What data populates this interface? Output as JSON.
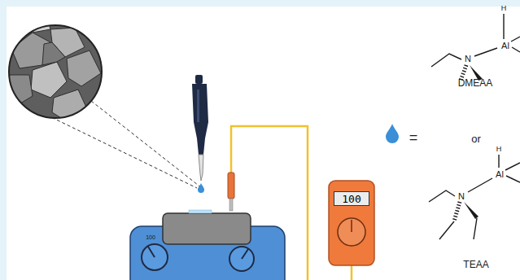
{
  "diagram": {
    "nodes": [
      {
        "text": [
          "100"
        ]
      }
    ],
    "labels": [
      "100",
      "=",
      "H",
      "N",
      "Al",
      "DMEAA",
      "or",
      "H",
      "N",
      "Al",
      "TEAA"
    ]
  }
}
